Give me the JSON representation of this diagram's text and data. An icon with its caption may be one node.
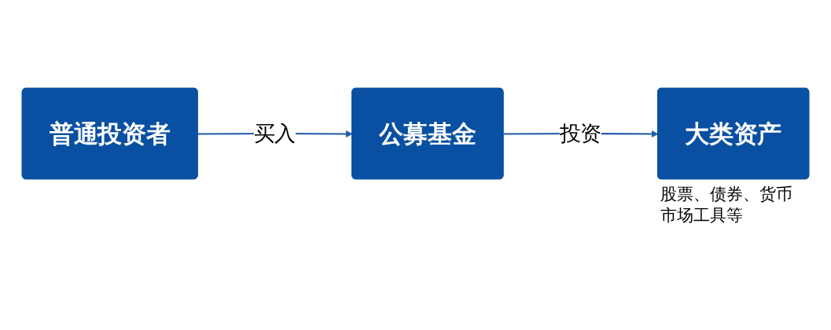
{
  "diagram": {
    "nodes": [
      {
        "text": [
          "普通投资者"
        ]
      },
      {
        "text": [
          "公募基金"
        ]
      },
      {
        "text": [
          "大类资产"
        ],
        "beside": [
          "股票、债券、货币市场工具等"
        ]
      }
    ],
    "edges": [
      {
        "from": 0,
        "to": 1,
        "arrow": "to",
        "label": "买入"
      },
      {
        "from": 1,
        "to": 2,
        "arrow": "to",
        "label": "投资"
      }
    ]
  }
}
